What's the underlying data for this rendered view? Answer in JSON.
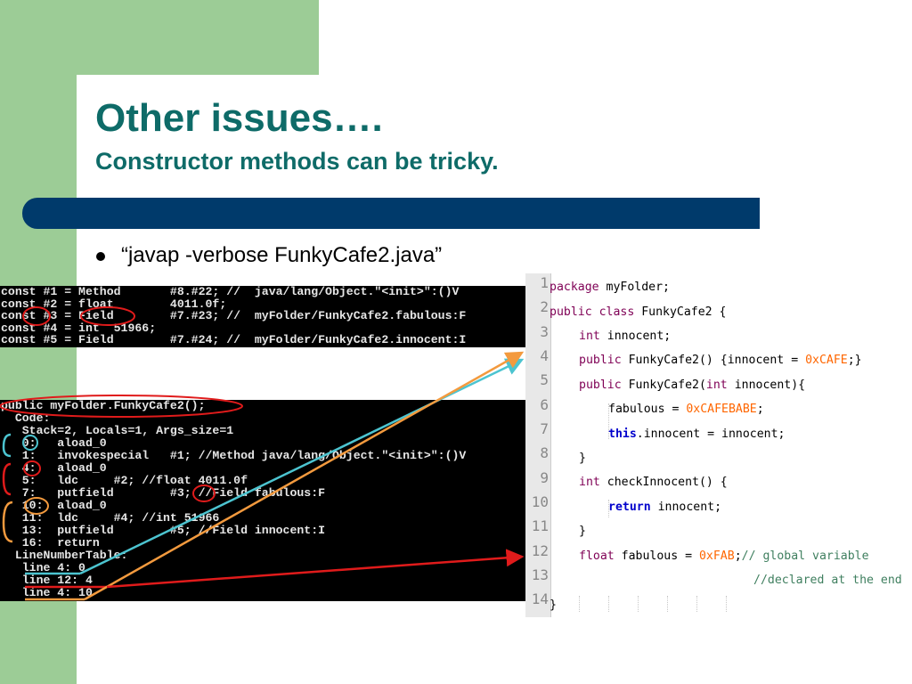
{
  "slide": {
    "title": "Other issues….",
    "subtitle": "Constructor methods can be tricky.",
    "bullet": "“javap -verbose FunkyCafe2.java”"
  },
  "constant_pool": [
    "const #1 = Method       #8.#22; //  java/lang/Object.\"<init>\":()V",
    "const #2 = float        4011.0f;",
    "const #3 = Field        #7.#23; //  myFolder/FunkyCafe2.fabulous:F",
    "const #4 = int  51966;",
    "const #5 = Field        #7.#24; //  myFolder/FunkyCafe2.innocent:I"
  ],
  "bytecode": [
    "public myFolder.FunkyCafe2();",
    "  Code:",
    "   Stack=2, Locals=1, Args_size=1",
    "   0:   aload_0",
    "   1:   invokespecial   #1; //Method java/lang/Object.\"<init>\":()V",
    "   4:   aload_0",
    "   5:   ldc     #2; //float 4011.0f",
    "   7:   putfield        #3; //Field fabulous:F",
    "   10:  aload_0",
    "   11:  ldc     #4; //int 51966",
    "   13:  putfield        #5; //Field innocent:I",
    "   16:  return",
    "  LineNumberTable:",
    "   line 4: 0",
    "   line 12: 4",
    "   line 4: 10"
  ],
  "source_line_numbers": [
    "1",
    "2",
    "3",
    "4",
    "5",
    "6",
    "7",
    "8",
    "9",
    "10",
    "11",
    "12",
    "13",
    "14"
  ],
  "source": {
    "l1_kw": "package",
    "l1_rest": " myFolder;",
    "l2_kw": "public class",
    "l2_rest": " FunkyCafe2 {",
    "l3_kw": "int",
    "l3_rest": " innocent;",
    "l4_kw": "public",
    "l4_a": " FunkyCafe2() {innocent = ",
    "l4_num": "0xCAFE",
    "l4_b": ";}",
    "l5_kw": "public",
    "l5_a": " FunkyCafe2(",
    "l5_kw2": "int",
    "l5_b": " innocent){",
    "l6_a": "fabulous = ",
    "l6_num": "0xCAFEBABE",
    "l6_b": ";",
    "l7_kw": "this",
    "l7_rest": ".innocent = innocent;",
    "l8": "}",
    "l9_kw": "int",
    "l9_rest": " checkInnocent() {",
    "l10_kw": "return",
    "l10_rest": " innocent;",
    "l11": "}",
    "l12_kw": "float",
    "l12_a": " fabulous = ",
    "l12_num": "0xFAB",
    "l12_b": ";",
    "l12_cm": "// global variable",
    "l13_cm": "//declared at the end",
    "l14": "}"
  },
  "colors": {
    "green": "#9ccc96",
    "title": "#0e6b68",
    "band": "#003a6b",
    "annot_red": "#e01b1b",
    "annot_cyan": "#4cc4d0",
    "annot_orange": "#f39a3e"
  }
}
